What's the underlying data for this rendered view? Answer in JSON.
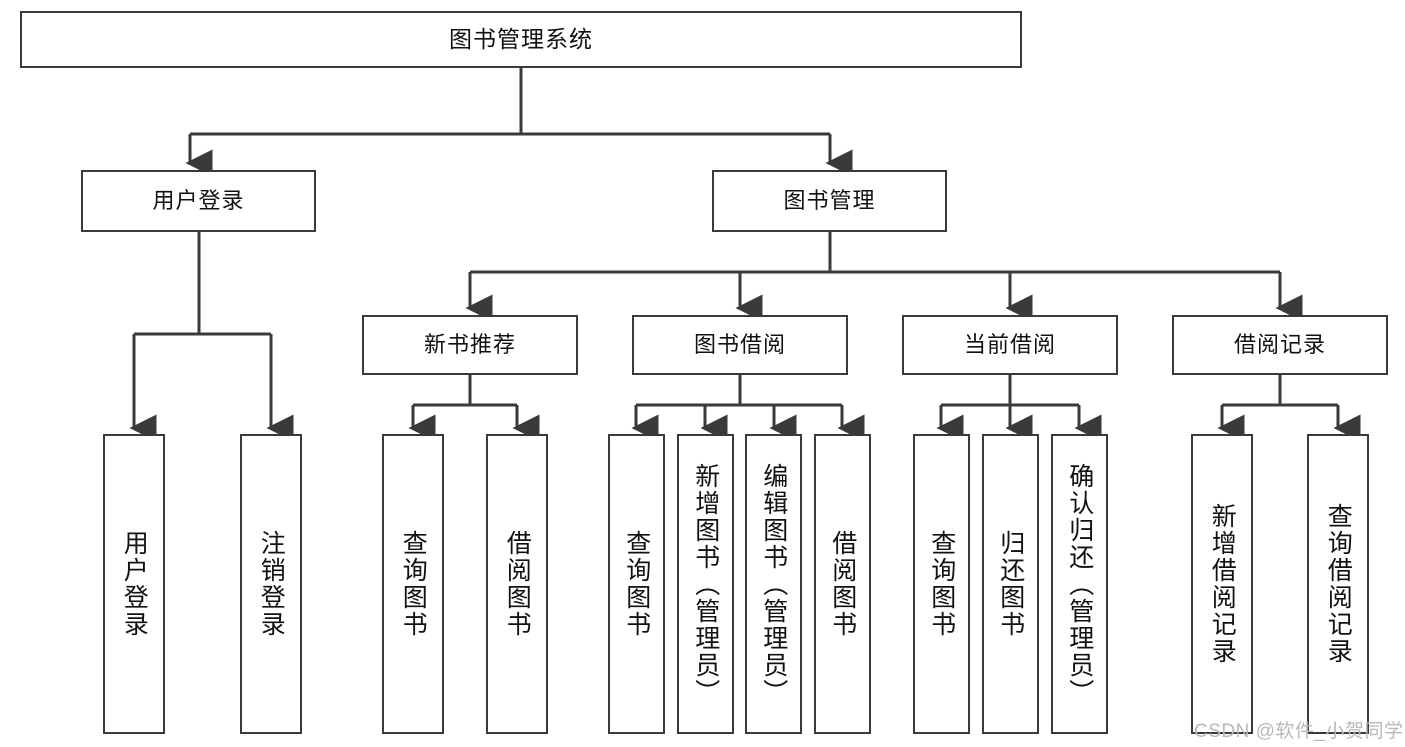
{
  "diagram": {
    "type": "tree-hierarchy",
    "title": "图书管理系统",
    "root": {
      "label": "图书管理系统"
    },
    "level2": [
      {
        "id": "user-login",
        "label": "用户登录"
      },
      {
        "id": "book-management",
        "label": "图书管理"
      }
    ],
    "level3": [
      {
        "id": "new-book-recommend",
        "label": "新书推荐",
        "parent": "book-management"
      },
      {
        "id": "book-borrow",
        "label": "图书借阅",
        "parent": "book-management"
      },
      {
        "id": "current-borrow",
        "label": "当前借阅",
        "parent": "book-management"
      },
      {
        "id": "borrow-record",
        "label": "借阅记录",
        "parent": "book-management"
      }
    ],
    "leaves": [
      {
        "id": "leaf-user-login",
        "label": "用户登录",
        "parent": "user-login"
      },
      {
        "id": "leaf-logout-login",
        "label": "注销登录",
        "parent": "user-login"
      },
      {
        "id": "leaf-query-book-1",
        "label": "查询图书",
        "parent": "new-book-recommend"
      },
      {
        "id": "leaf-borrow-book-1",
        "label": "借阅图书",
        "parent": "new-book-recommend"
      },
      {
        "id": "leaf-query-book-2",
        "label": "查询图书",
        "parent": "book-borrow"
      },
      {
        "id": "leaf-add-book",
        "label": "新增图书（管理员）",
        "parent": "book-borrow"
      },
      {
        "id": "leaf-edit-book",
        "label": "编辑图书（管理员）",
        "parent": "book-borrow"
      },
      {
        "id": "leaf-borrow-book-2",
        "label": "借阅图书",
        "parent": "book-borrow"
      },
      {
        "id": "leaf-query-book-3",
        "label": "查询图书",
        "parent": "current-borrow"
      },
      {
        "id": "leaf-return-book",
        "label": "归还图书",
        "parent": "current-borrow"
      },
      {
        "id": "leaf-confirm-return",
        "label": "确认归还（管理员）",
        "parent": "current-borrow"
      },
      {
        "id": "leaf-add-borrow-record",
        "label": "新增借阅记录",
        "parent": "borrow-record"
      },
      {
        "id": "leaf-query-borrow-record",
        "label": "查询借阅记录",
        "parent": "borrow-record"
      }
    ],
    "colors": {
      "stroke": "#3a3a3a",
      "fill": "#ffffff",
      "text": "#111111",
      "watermark": "#b9b9b9"
    }
  },
  "watermark": {
    "text": "CSDN @软件_小贺同学"
  }
}
